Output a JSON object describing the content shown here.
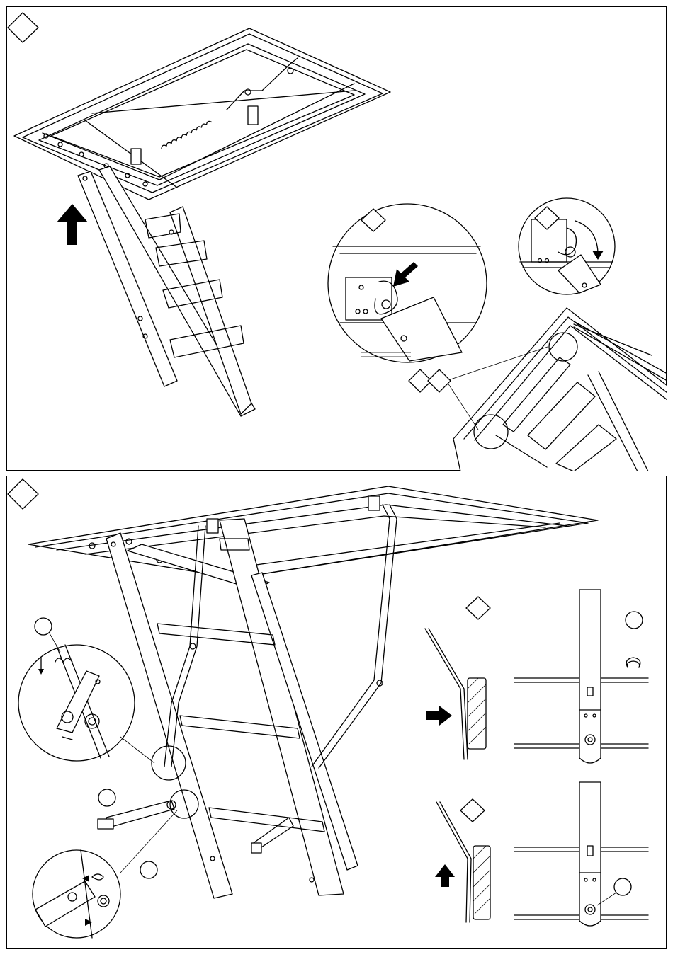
{
  "figure": {
    "panels": [
      {
        "id": "top",
        "step_markers": [
          "",
          "",
          "",
          ""
        ],
        "details": [
          "hinge-hook-detail",
          "hinge-rotate-detail",
          "frame-hinges-view"
        ]
      },
      {
        "id": "bottom",
        "step_markers": [
          "",
          "",
          ""
        ],
        "part_callouts": [
          "",
          "",
          "",
          ""
        ],
        "details": [
          "lower-link-pin-detail",
          "lower-bolt-detail",
          "foot-adjust-a",
          "foot-adjust-b"
        ]
      }
    ],
    "arrow_directions": [
      "up",
      "down-left",
      "clockwise",
      "right",
      "up"
    ]
  }
}
